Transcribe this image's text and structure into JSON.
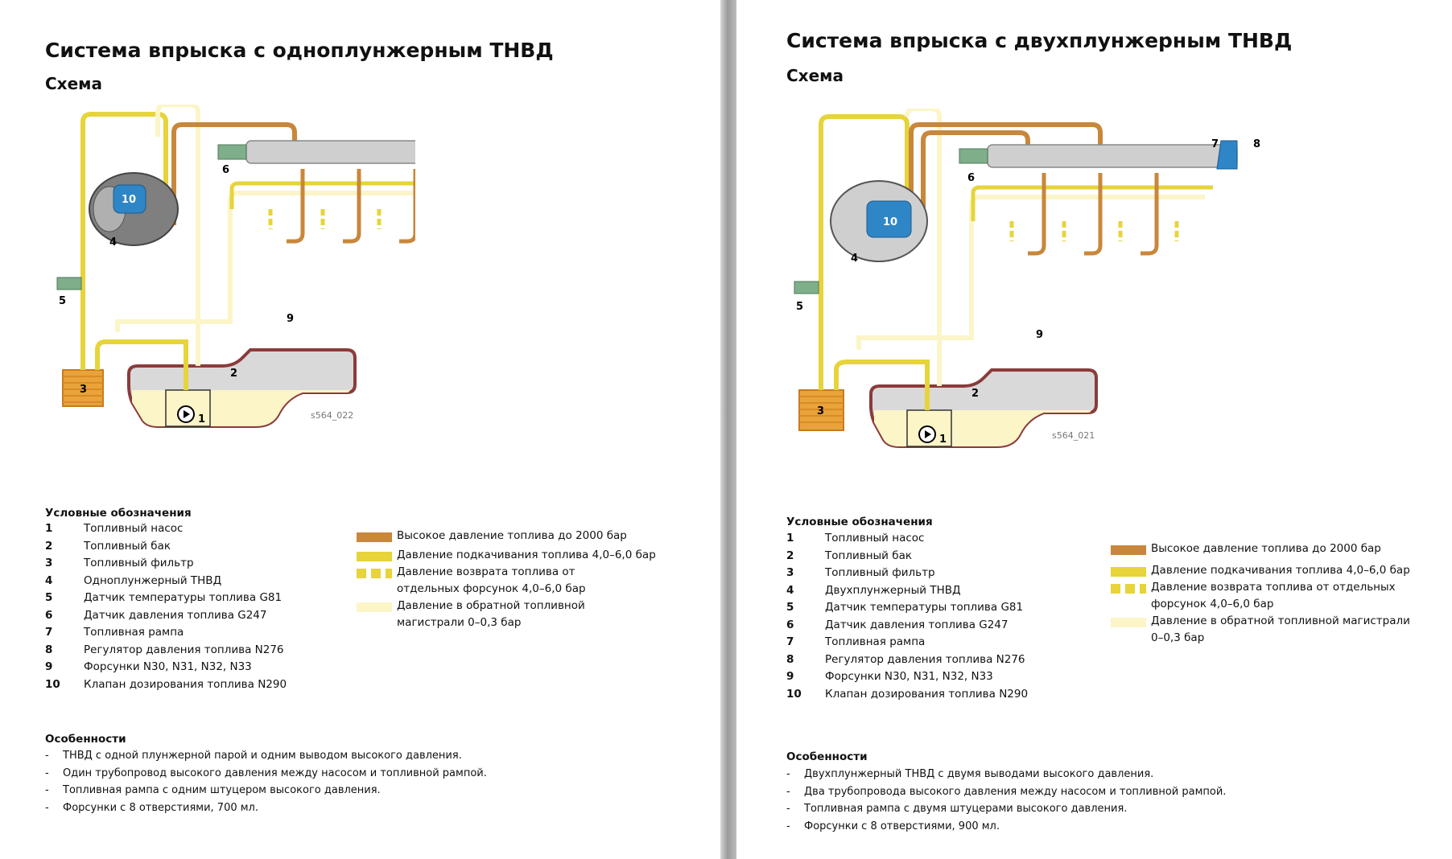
{
  "left": {
    "title": "Система впрыска с одноплунжерным ТНВД",
    "subtitle": "Схема",
    "image_code": "s564_022",
    "legend_heading": "Условные обозначения",
    "legend_items": [
      {
        "num": "1",
        "text": "Топливный насос"
      },
      {
        "num": "2",
        "text": "Топливный бак"
      },
      {
        "num": "3",
        "text": "Топливный фильтр"
      },
      {
        "num": "4",
        "text": "Одноплунжерный ТНВД"
      },
      {
        "num": "5",
        "text": "Датчик температуры топлива G81"
      },
      {
        "num": "6",
        "text": "Датчик давления топлива G247"
      },
      {
        "num": "7",
        "text": "Топливная рампа"
      },
      {
        "num": "8",
        "text": "Регулятор давления топлива N276"
      },
      {
        "num": "9",
        "text": "Форсунки N30, N31, N32, N33"
      },
      {
        "num": "10",
        "text": "Клапан дозирования топлива N290"
      }
    ],
    "features_heading": "Особенности",
    "features": [
      "ТНВД с одной плунжерной парой и одним выводом высокого давления.",
      "Один трубопровод высокого давления между насосом и топливной рампой.",
      "Топливная рампа с одним штуцером высокого давления.",
      "Форсунки с 8 отверстиями, 700 мл."
    ]
  },
  "right": {
    "title": "Система впрыска с двухплунжерным ТНВД",
    "subtitle": "Схема",
    "image_code": "s564_021",
    "legend_heading": "Условные обозначения",
    "legend_items": [
      {
        "num": "1",
        "text": "Топливный насос"
      },
      {
        "num": "2",
        "text": "Топливный бак"
      },
      {
        "num": "3",
        "text": "Топливный фильтр"
      },
      {
        "num": "4",
        "text": "Двухплунжерный ТНВД"
      },
      {
        "num": "5",
        "text": "Датчик температуры топлива G81"
      },
      {
        "num": "6",
        "text": "Датчик давления топлива G247"
      },
      {
        "num": "7",
        "text": "Топливная рампа"
      },
      {
        "num": "8",
        "text": "Регулятор давления топлива N276"
      },
      {
        "num": "9",
        "text": "Форсунки N30, N31, N32, N33"
      },
      {
        "num": "10",
        "text": "Клапан дозирования топлива N290"
      }
    ],
    "features_heading": "Особенности",
    "features": [
      "Двухплунжерный ТНВД с двумя выводами высокого давления.",
      "Два трубопровода высокого давления между насосом и топливной рампой.",
      "Топливная рампа с двумя штуцерами высокого давления.",
      "Форсунки с 8 отверстиями, 900 мл."
    ]
  },
  "key": [
    {
      "swatch": "high",
      "text": "Высокое давление топлива до 2000 бар"
    },
    {
      "swatch": "feed",
      "text": "Давление подкачивания топлива 4,0–6,0 бар"
    },
    {
      "swatch": "return",
      "text": "Давление возврата топлива от отдельных форсунок 4,0–6,0 бар"
    },
    {
      "swatch": "low",
      "text": "Давление в обратной топливной магистрали 0–0,3 бар"
    }
  ],
  "diagram_labels": [
    "1",
    "2",
    "3",
    "4",
    "5",
    "6",
    "7",
    "8",
    "9",
    "10"
  ],
  "colors": {
    "high_pressure": "#c8873a",
    "feed_pressure": "#e6d43a",
    "low_return": "#fbf5c8",
    "tank_outline": "#8b3b3b",
    "valve_blue": "#2f86c6"
  }
}
